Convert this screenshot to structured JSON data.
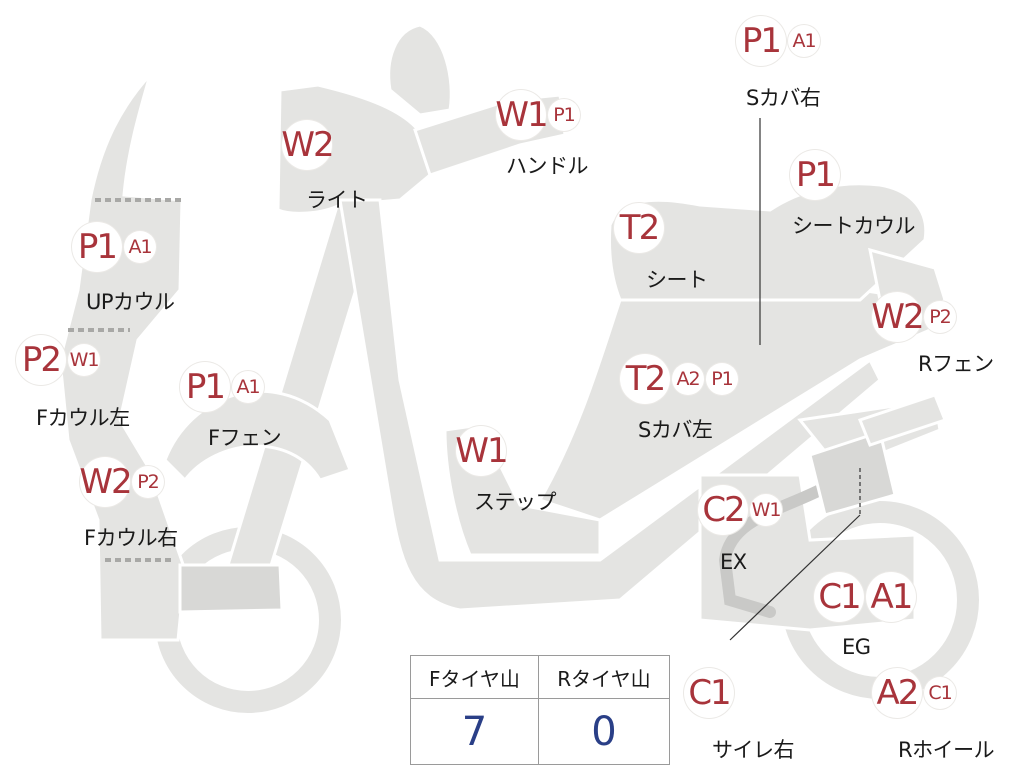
{
  "parts": {
    "up_cowl": {
      "label": "UPカウル",
      "codes": [
        "P1",
        "A1"
      ]
    },
    "f_cowl_left": {
      "label": "Fカウル左",
      "codes": [
        "P2",
        "W1"
      ]
    },
    "f_cowl_right": {
      "label": "Fカウル右",
      "codes": [
        "W2",
        "P2"
      ]
    },
    "light": {
      "label": "ライト",
      "codes": [
        "W2"
      ]
    },
    "handle": {
      "label": "ハンドル",
      "codes": [
        "W1",
        "P1"
      ]
    },
    "f_fender": {
      "label": "Fフェン",
      "codes": [
        "P1",
        "A1"
      ]
    },
    "step": {
      "label": "ステップ",
      "codes": [
        "W1"
      ]
    },
    "s_cover_right": {
      "label": "Sカバ右",
      "codes": [
        "P1",
        "A1"
      ]
    },
    "seat_cowl": {
      "label": "シートカウル",
      "codes": [
        "P1"
      ]
    },
    "seat": {
      "label": "シート",
      "codes": [
        "T2"
      ]
    },
    "r_fender": {
      "label": "Rフェン",
      "codes": [
        "W2",
        "P2"
      ]
    },
    "s_cover_left": {
      "label": "Sカバ左",
      "codes": [
        "T2",
        "A2",
        "P1"
      ]
    },
    "ex": {
      "label": "EX",
      "codes": [
        "C2",
        "W1"
      ]
    },
    "eg": {
      "label": "EG",
      "codes": [
        "C1",
        "A1"
      ]
    },
    "muffler_right": {
      "label": "サイレ右",
      "codes": [
        "C1"
      ]
    },
    "r_wheel": {
      "label": "Rホイール",
      "codes": [
        "A2",
        "C1"
      ]
    }
  },
  "tires": {
    "headers": [
      "Fタイヤ山",
      "Rタイヤ山"
    ],
    "values": [
      "7",
      "0"
    ]
  },
  "colors": {
    "code_text": "#a8343b",
    "tire_value": "#2a3f87",
    "body_fill": "#e4e4e2"
  }
}
